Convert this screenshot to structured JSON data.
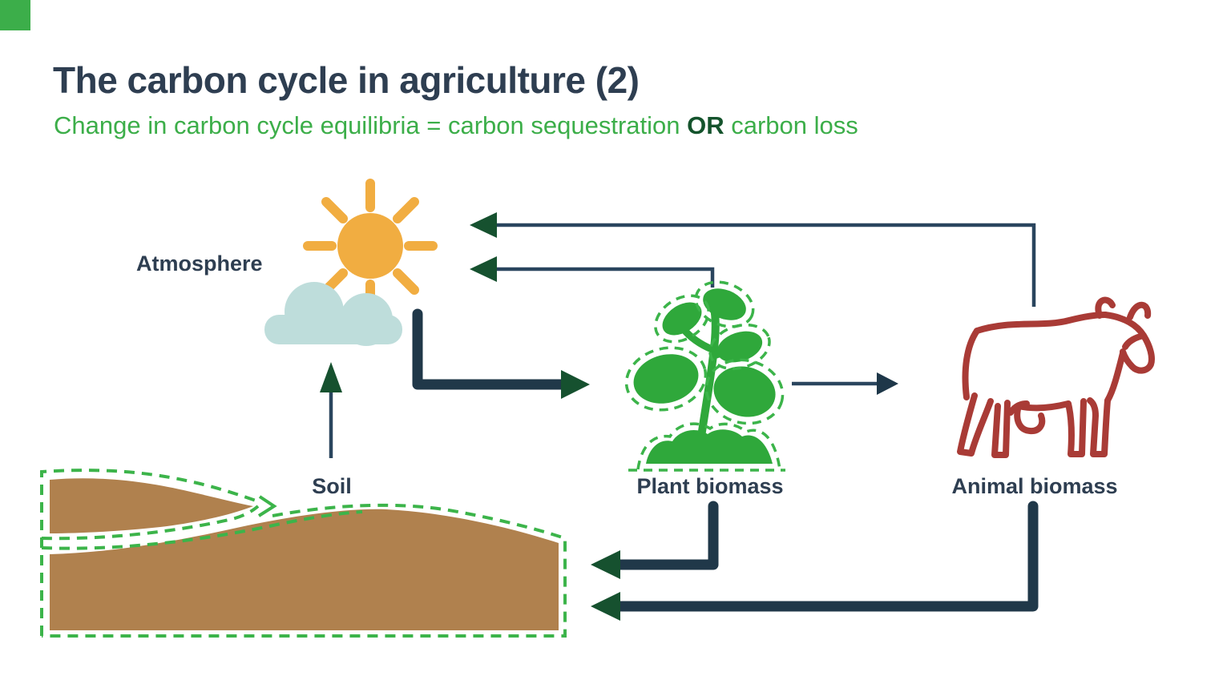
{
  "slide": {
    "background_color": "#ffffff",
    "accent_square_color": "#3CAE4A",
    "title": "The carbon cycle in agriculture (2)",
    "title_color": "#2E3E51",
    "subtitle": {
      "prefix": "Change in carbon cycle equilibria = carbon sequestration ",
      "emphasis": "OR",
      "suffix": " carbon loss",
      "text_color": "#3CAE49",
      "emphasis_color": "#14532C"
    }
  },
  "diagram": {
    "labels": {
      "atmosphere": "Atmosphere",
      "soil": "Soil",
      "plant": "Plant biomass",
      "animal": "Animal biomass"
    },
    "icons": [
      {
        "name": "sun-icon",
        "color": "#F1AD41"
      },
      {
        "name": "cloud-icon",
        "color": "#BEDDDB"
      },
      {
        "name": "plant-icon",
        "color": "#2FA83B",
        "outline": "dashed",
        "outline_color": "#3CB44A"
      },
      {
        "name": "cow-icon",
        "color": "#A93B36"
      },
      {
        "name": "soil-icon",
        "color": "#B0814E",
        "outline": "dashed",
        "outline_color": "#3CB44A"
      }
    ],
    "arrow_colors": {
      "thin_line": "#2A455E",
      "thick_line": "#203849",
      "head_green": "#16512F",
      "head_navy": "#1E3749"
    },
    "flows": [
      {
        "from": "animal biomass",
        "to": "atmosphere",
        "weight": "thin"
      },
      {
        "from": "plant biomass",
        "to": "atmosphere",
        "weight": "thin"
      },
      {
        "from": "atmosphere",
        "to": "plant biomass",
        "weight": "thick"
      },
      {
        "from": "soil",
        "to": "atmosphere",
        "weight": "thin"
      },
      {
        "from": "plant biomass",
        "to": "animal biomass",
        "weight": "thin"
      },
      {
        "from": "plant biomass",
        "to": "soil",
        "weight": "thick"
      },
      {
        "from": "animal biomass",
        "to": "soil",
        "weight": "thick"
      },
      {
        "from": "soil surface layer",
        "to": "soil",
        "weight": "dashed"
      }
    ]
  }
}
